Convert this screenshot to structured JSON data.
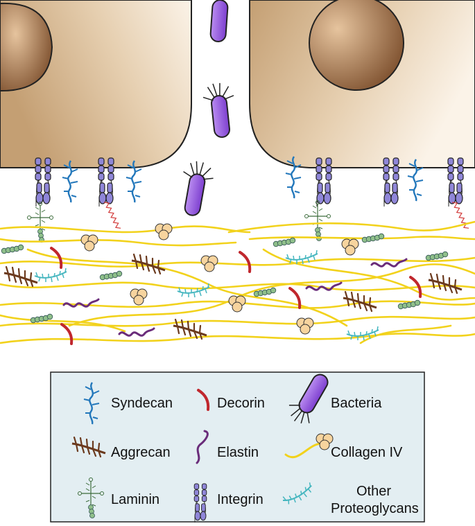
{
  "colors": {
    "cell_light": "#f6ead9",
    "cell_dark": "#c6a47a",
    "nucleus_light": "#d9b38a",
    "nucleus_dark": "#8a5a34",
    "syndecan": "#2277bb",
    "decorin": "#c0272d",
    "bacteria": "#9b59e0",
    "aggrecan": "#6b3a1e",
    "elastin": "#6a2c7a",
    "collagen_fiber": "#f2d21c",
    "collagen_head": "#f7d49e",
    "laminin": "#7ca36a",
    "integrin": "#8f86d8",
    "other_proteoglycan": "#45b6bf",
    "legend_bg": "#e3eef2"
  },
  "legend": {
    "items": [
      {
        "label": "Syndecan",
        "icon": "syndecan-icon"
      },
      {
        "label": "Decorin",
        "icon": "decorin-icon"
      },
      {
        "label": "Bacteria",
        "icon": "bacteria-icon"
      },
      {
        "label": "Aggrecan",
        "icon": "aggrecan-icon"
      },
      {
        "label": "Elastin",
        "icon": "elastin-icon"
      },
      {
        "label": "Collagen IV",
        "icon": "collagen-icon"
      },
      {
        "label": "Laminin",
        "icon": "laminin-icon"
      },
      {
        "label": "Integrin",
        "icon": "integrin-icon"
      },
      {
        "label": "Other",
        "icon": "other-proteoglycans-icon"
      },
      {
        "label": "Proteoglycans",
        "icon": "other-proteoglycans-icon"
      }
    ]
  }
}
